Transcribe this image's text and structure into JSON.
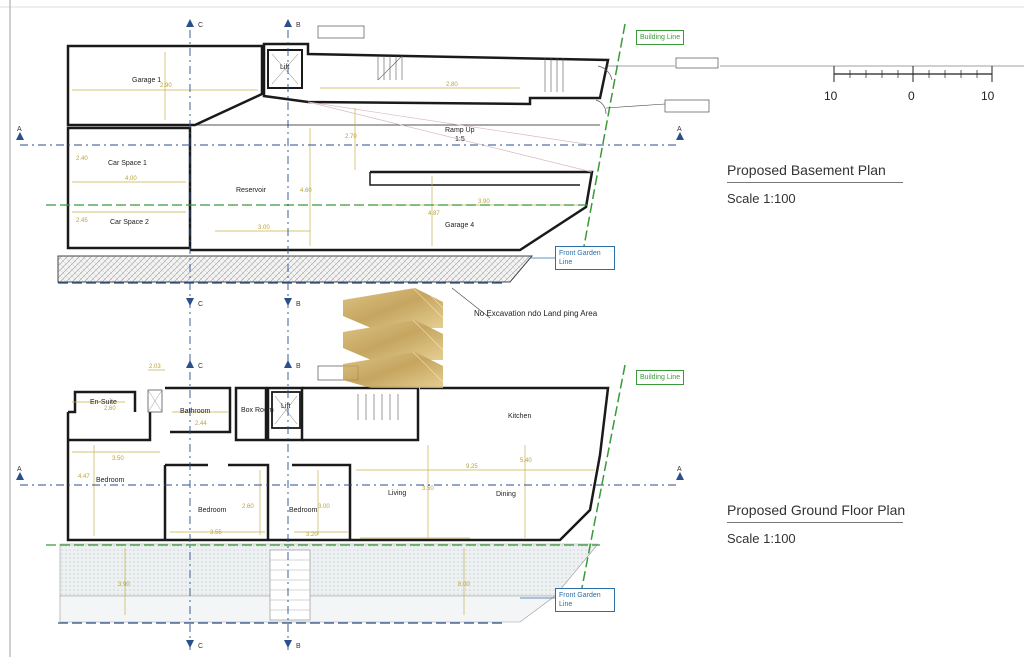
{
  "basement": {
    "title": "Proposed Basement Plan",
    "scale": "Scale 1:100",
    "rooms": {
      "garage1": "Garage 1",
      "lift": "Lift",
      "car_space_1": "Car Space 1",
      "car_space_2": "Car Space 2",
      "reservoir": "Reservoir",
      "ramp_up": "Ramp Up",
      "ramp_ratio": "1:5",
      "garage4": "Garage 4"
    },
    "dims": [
      "2.90",
      "2.40",
      "4.00",
      "2.45",
      "2.70",
      "4.60",
      "3.00",
      "2.80",
      "4.87",
      "3.90"
    ],
    "building_line": "Building Line",
    "front_garden_line": "Front Garden Line",
    "no_excavation": "No Excavation  ndo  Land   ping Area"
  },
  "ground": {
    "title": "Proposed Ground Floor Plan",
    "scale": "Scale 1:100",
    "rooms": {
      "en_suite": "En-Suite",
      "bathroom": "Bathroom",
      "box_room": "Box Room",
      "lift": "Lift",
      "kitchen": "Kitchen",
      "bedroom_1": "Bedroom",
      "bedroom_2": "Bedroom",
      "bedroom_3": "Bedroom",
      "living": "Living",
      "dining": "Dining"
    },
    "dims": [
      "2.03",
      "2.60",
      "2.44",
      "3.50",
      "4.47",
      "2.60",
      "3.55",
      "3.00",
      "3.20",
      "9.25",
      "5.40",
      "3.50",
      "8.00",
      "3.90"
    ],
    "building_line": "Building Line",
    "front_garden_line": "Front Garden Line"
  },
  "section_markers": {
    "a": "A",
    "b": "B",
    "c": "C"
  },
  "scale_bar": {
    "left": "10",
    "mid": "0",
    "right": "10"
  },
  "colors": {
    "wall": "#1a1a1a",
    "building_line": "#3a9a3a",
    "section_line": "#2a4f8a",
    "dimension": "#c8b24a",
    "callout_blue": "#2a6fa8",
    "watermark": "#c9a552"
  }
}
